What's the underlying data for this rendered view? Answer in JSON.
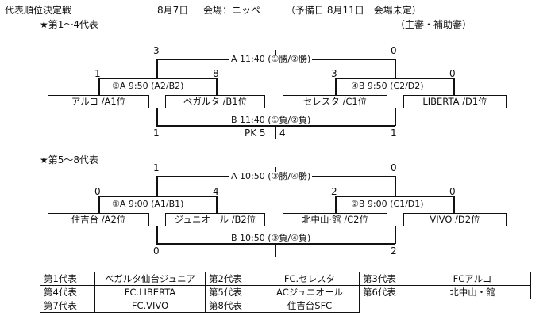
{
  "header": {
    "title": "代表順位決定戦",
    "date": "8月7日",
    "venue": "会場：ニッペ",
    "reserve": "（予備日 8月11日　会場未定）",
    "referee_note": "（主審・補助審）"
  },
  "section1": {
    "heading": "★第1～4代表",
    "final_label": "A 11:40 (①勝/②勝)",
    "third_label": "B 11:40 (①負/②負)",
    "left_semi_label": "③A 9:50 (A2/B2)",
    "right_semi_label": "④B 9:50 (C2/D2)",
    "teams": [
      "アルコ /A1位",
      "ベガルタ /B1位",
      "セレスタ /C1位",
      "LIBERTA /D1位"
    ],
    "scores": {
      "final_left": "3",
      "final_right": "0",
      "semi_l_left": "1",
      "semi_l_right": "8",
      "semi_r_left": "3",
      "semi_r_right": "0",
      "third_left": "1",
      "third_right": "1",
      "pk_left": "PK 5",
      "pk_right": "4"
    }
  },
  "section2": {
    "heading": "★第5～8代表",
    "final_label": "A 10:50 (③勝/④勝)",
    "third_label": "B 10:50 (③負/④負)",
    "left_semi_label": "①A 9:00 (A1/B1)",
    "right_semi_label": "②B 9:00 (C1/D1)",
    "teams": [
      "住吉台 /A2位",
      "ジュニオール /B2位",
      "北中山·館 /C2位",
      "VIVO /D2位"
    ],
    "scores": {
      "final_left": "1",
      "final_right": "0",
      "semi_l_left": "0",
      "semi_l_right": "4",
      "semi_r_left": "2",
      "semi_r_right": "0",
      "third_left": "0",
      "third_right": "2"
    }
  },
  "representatives": [
    [
      {
        "label": "第1代表",
        "team": "ベガルタ仙台ジュニア"
      },
      {
        "label": "第2代表",
        "team": "FC.セレスタ"
      },
      {
        "label": "第3代表",
        "team": "FCアルコ"
      }
    ],
    [
      {
        "label": "第4代表",
        "team": "FC.LIBERTA"
      },
      {
        "label": "第5代表",
        "team": "ACジュニオール"
      },
      {
        "label": "第6代表",
        "team": "北中山・館"
      }
    ],
    [
      {
        "label": "第7代表",
        "team": "FC.VIVO"
      },
      {
        "label": "第8代表",
        "team": "住吉台SFC"
      }
    ]
  ]
}
